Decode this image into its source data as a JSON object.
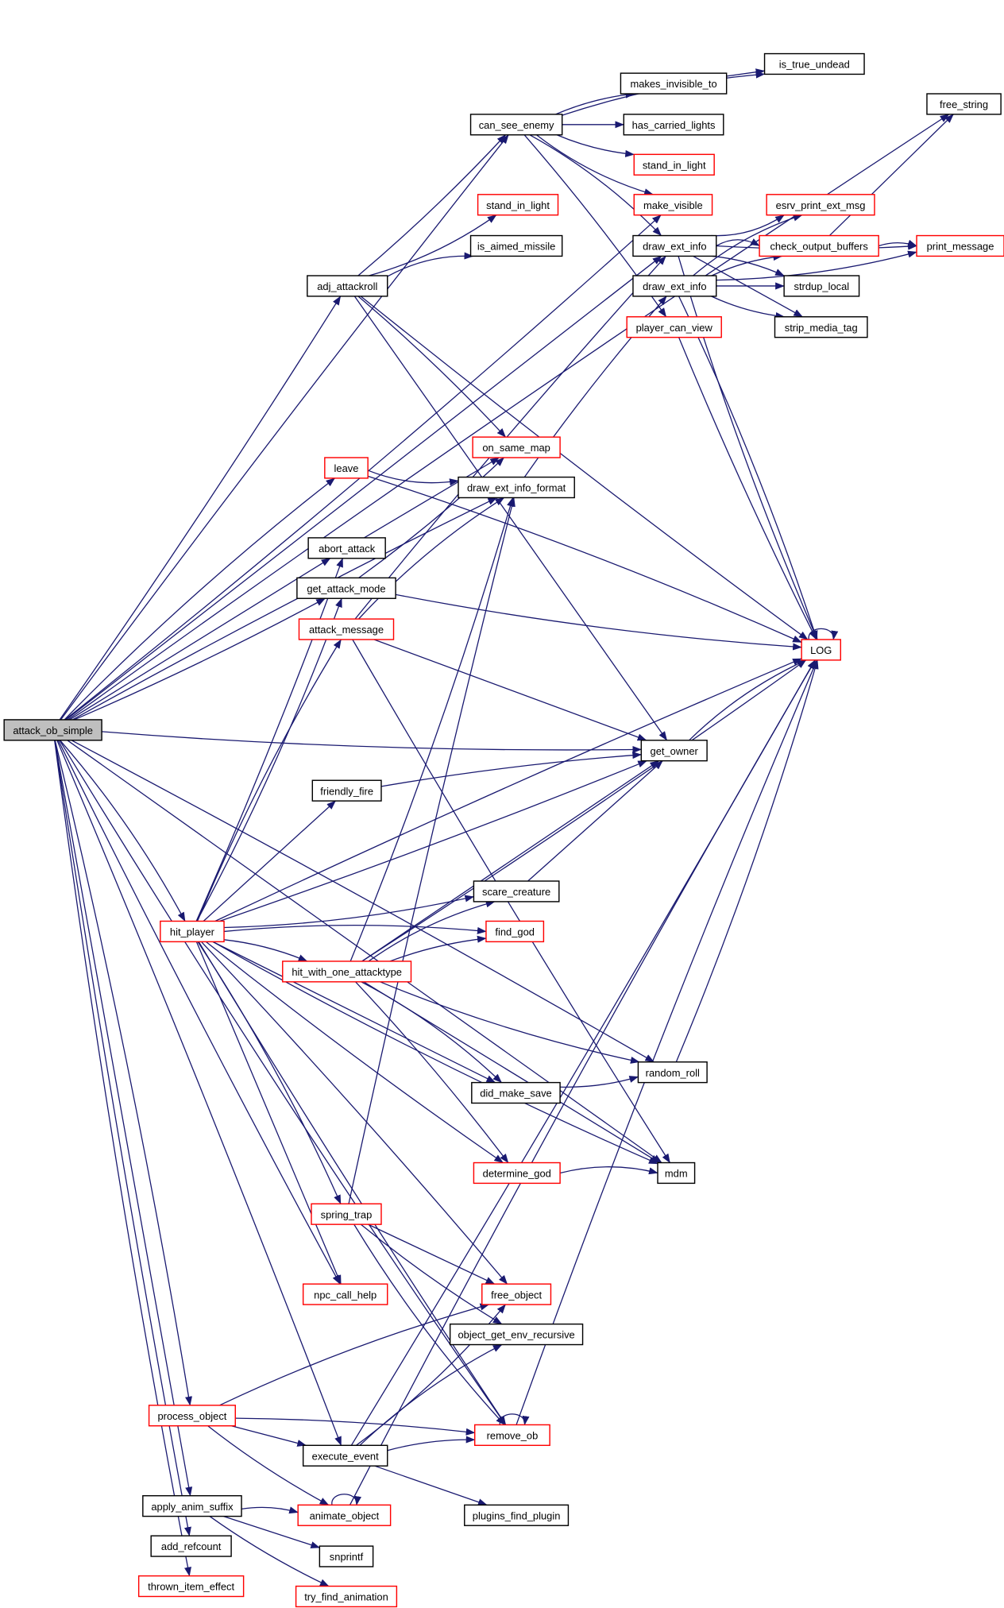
{
  "title": "attack_ob_simple call graph",
  "colors": {
    "edge": "#191970",
    "highlight_border": "#ff0000",
    "root_fill": "#bfbfbf"
  },
  "nodes": [
    {
      "id": "attack_ob_simple",
      "label": "attack_ob_simple",
      "truncated": false,
      "root": true
    },
    {
      "id": "can_see_enemy",
      "label": "can_see_enemy",
      "truncated": false
    },
    {
      "id": "makes_invisible_to",
      "label": "makes_invisible_to",
      "truncated": false
    },
    {
      "id": "is_true_undead",
      "label": "is_true_undead",
      "truncated": false
    },
    {
      "id": "free_string",
      "label": "free_string",
      "truncated": false
    },
    {
      "id": "has_carried_lights",
      "label": "has_carried_lights",
      "truncated": false
    },
    {
      "id": "stand_in_light_a",
      "label": "stand_in_light",
      "truncated": true
    },
    {
      "id": "make_visible",
      "label": "make_visible",
      "truncated": true
    },
    {
      "id": "stand_in_light_b",
      "label": "stand_in_light",
      "truncated": true
    },
    {
      "id": "is_aimed_missile",
      "label": "is_aimed_missile",
      "truncated": false
    },
    {
      "id": "adj_attackroll",
      "label": "adj_attackroll",
      "truncated": false
    },
    {
      "id": "draw_ext_info_1",
      "label": "draw_ext_info",
      "truncated": false
    },
    {
      "id": "esrv_print_ext_msg",
      "label": "esrv_print_ext_msg",
      "truncated": true
    },
    {
      "id": "check_output_buffers",
      "label": "check_output_buffers",
      "truncated": true
    },
    {
      "id": "print_message",
      "label": "print_message",
      "truncated": true
    },
    {
      "id": "draw_ext_info_2",
      "label": "draw_ext_info",
      "truncated": false
    },
    {
      "id": "strdup_local",
      "label": "strdup_local",
      "truncated": false
    },
    {
      "id": "strip_media_tag",
      "label": "strip_media_tag",
      "truncated": false
    },
    {
      "id": "player_can_view",
      "label": "player_can_view",
      "truncated": true
    },
    {
      "id": "on_same_map",
      "label": "on_same_map",
      "truncated": true
    },
    {
      "id": "leave",
      "label": "leave",
      "truncated": true
    },
    {
      "id": "draw_ext_info_format",
      "label": "draw_ext_info_format",
      "truncated": false
    },
    {
      "id": "abort_attack",
      "label": "abort_attack",
      "truncated": false
    },
    {
      "id": "get_attack_mode",
      "label": "get_attack_mode",
      "truncated": false
    },
    {
      "id": "attack_message",
      "label": "attack_message",
      "truncated": true
    },
    {
      "id": "LOG",
      "label": "LOG",
      "truncated": true
    },
    {
      "id": "get_owner",
      "label": "get_owner",
      "truncated": false
    },
    {
      "id": "friendly_fire",
      "label": "friendly_fire",
      "truncated": false
    },
    {
      "id": "scare_creature",
      "label": "scare_creature",
      "truncated": false
    },
    {
      "id": "find_god",
      "label": "find_god",
      "truncated": true
    },
    {
      "id": "hit_player",
      "label": "hit_player",
      "truncated": true
    },
    {
      "id": "hit_with_one_attacktype",
      "label": "hit_with_one_attacktype",
      "truncated": true
    },
    {
      "id": "random_roll",
      "label": "random_roll",
      "truncated": false
    },
    {
      "id": "did_make_save",
      "label": "did_make_save",
      "truncated": false
    },
    {
      "id": "determine_god",
      "label": "determine_god",
      "truncated": true
    },
    {
      "id": "mdm",
      "label": "mdm",
      "truncated": false
    },
    {
      "id": "spring_trap",
      "label": "spring_trap",
      "truncated": true
    },
    {
      "id": "free_object",
      "label": "free_object",
      "truncated": true
    },
    {
      "id": "npc_call_help",
      "label": "npc_call_help",
      "truncated": true
    },
    {
      "id": "object_get_env_recursive",
      "label": "object_get_env_recursive",
      "truncated": false
    },
    {
      "id": "process_object",
      "label": "process_object",
      "truncated": true
    },
    {
      "id": "remove_ob",
      "label": "remove_ob",
      "truncated": true
    },
    {
      "id": "execute_event",
      "label": "execute_event",
      "truncated": false
    },
    {
      "id": "apply_anim_suffix",
      "label": "apply_anim_suffix",
      "truncated": false
    },
    {
      "id": "animate_object",
      "label": "animate_object",
      "truncated": true
    },
    {
      "id": "plugins_find_plugin",
      "label": "plugins_find_plugin",
      "truncated": false
    },
    {
      "id": "snprintf",
      "label": "snprintf",
      "truncated": false
    },
    {
      "id": "add_refcount",
      "label": "add_refcount",
      "truncated": false
    },
    {
      "id": "thrown_item_effect",
      "label": "thrown_item_effect",
      "truncated": true
    },
    {
      "id": "try_find_animation",
      "label": "try_find_animation",
      "truncated": true
    }
  ],
  "edges": [
    [
      "attack_ob_simple",
      "free_string"
    ],
    [
      "attack_ob_simple",
      "can_see_enemy"
    ],
    [
      "attack_ob_simple",
      "draw_ext_info_1"
    ],
    [
      "attack_ob_simple",
      "adj_attackroll"
    ],
    [
      "attack_ob_simple",
      "make_visible"
    ],
    [
      "attack_ob_simple",
      "leave"
    ],
    [
      "attack_ob_simple",
      "draw_ext_info_format"
    ],
    [
      "attack_ob_simple",
      "abort_attack"
    ],
    [
      "attack_ob_simple",
      "get_attack_mode"
    ],
    [
      "attack_ob_simple",
      "get_owner"
    ],
    [
      "attack_ob_simple",
      "hit_player"
    ],
    [
      "attack_ob_simple",
      "random_roll"
    ],
    [
      "attack_ob_simple",
      "mdm"
    ],
    [
      "attack_ob_simple",
      "npc_call_help"
    ],
    [
      "attack_ob_simple",
      "remove_ob"
    ],
    [
      "attack_ob_simple",
      "process_object"
    ],
    [
      "attack_ob_simple",
      "execute_event"
    ],
    [
      "attack_ob_simple",
      "apply_anim_suffix"
    ],
    [
      "attack_ob_simple",
      "add_refcount"
    ],
    [
      "attack_ob_simple",
      "thrown_item_effect"
    ],
    [
      "can_see_enemy",
      "is_true_undead"
    ],
    [
      "can_see_enemy",
      "makes_invisible_to"
    ],
    [
      "can_see_enemy",
      "has_carried_lights"
    ],
    [
      "can_see_enemy",
      "stand_in_light_a"
    ],
    [
      "can_see_enemy",
      "make_visible"
    ],
    [
      "can_see_enemy",
      "draw_ext_info_1"
    ],
    [
      "can_see_enemy",
      "player_can_view"
    ],
    [
      "makes_invisible_to",
      "is_true_undead"
    ],
    [
      "adj_attackroll",
      "can_see_enemy"
    ],
    [
      "adj_attackroll",
      "stand_in_light_b"
    ],
    [
      "adj_attackroll",
      "is_aimed_missile"
    ],
    [
      "adj_attackroll",
      "on_same_map"
    ],
    [
      "adj_attackroll",
      "get_owner"
    ],
    [
      "adj_attackroll",
      "LOG"
    ],
    [
      "draw_ext_info_1",
      "esrv_print_ext_msg"
    ],
    [
      "draw_ext_info_1",
      "check_output_buffers"
    ],
    [
      "draw_ext_info_1",
      "strdup_local"
    ],
    [
      "draw_ext_info_1",
      "strip_media_tag"
    ],
    [
      "draw_ext_info_1",
      "print_message"
    ],
    [
      "draw_ext_info_1",
      "LOG"
    ],
    [
      "draw_ext_info_2",
      "esrv_print_ext_msg"
    ],
    [
      "draw_ext_info_2",
      "check_output_buffers"
    ],
    [
      "draw_ext_info_2",
      "strdup_local"
    ],
    [
      "draw_ext_info_2",
      "strip_media_tag"
    ],
    [
      "draw_ext_info_2",
      "print_message"
    ],
    [
      "draw_ext_info_2",
      "LOG"
    ],
    [
      "check_output_buffers",
      "print_message"
    ],
    [
      "check_output_buffers",
      "free_string"
    ],
    [
      "player_can_view",
      "LOG"
    ],
    [
      "leave",
      "draw_ext_info_format"
    ],
    [
      "leave",
      "LOG"
    ],
    [
      "draw_ext_info_format",
      "draw_ext_info_2"
    ],
    [
      "abort_attack",
      "on_same_map"
    ],
    [
      "get_attack_mode",
      "on_same_map"
    ],
    [
      "get_attack_mode",
      "LOG"
    ],
    [
      "attack_message",
      "draw_ext_info_format"
    ],
    [
      "attack_message",
      "draw_ext_info_1"
    ],
    [
      "attack_message",
      "get_owner"
    ],
    [
      "attack_message",
      "mdm"
    ],
    [
      "LOG",
      "LOG"
    ],
    [
      "get_owner",
      "LOG"
    ],
    [
      "friendly_fire",
      "get_owner"
    ],
    [
      "scare_creature",
      "get_owner"
    ],
    [
      "hit_player",
      "abort_attack"
    ],
    [
      "hit_player",
      "get_attack_mode"
    ],
    [
      "hit_player",
      "attack_message"
    ],
    [
      "hit_player",
      "LOG"
    ],
    [
      "hit_player",
      "friendly_fire"
    ],
    [
      "hit_player",
      "get_owner"
    ],
    [
      "hit_player",
      "scare_creature"
    ],
    [
      "hit_player",
      "find_god"
    ],
    [
      "hit_player",
      "hit_with_one_attacktype"
    ],
    [
      "hit_player",
      "did_make_save"
    ],
    [
      "hit_player",
      "determine_god"
    ],
    [
      "hit_player",
      "mdm"
    ],
    [
      "hit_player",
      "spring_trap"
    ],
    [
      "hit_player",
      "free_object"
    ],
    [
      "hit_player",
      "npc_call_help"
    ],
    [
      "hit_player",
      "remove_ob"
    ],
    [
      "hit_with_one_attacktype",
      "draw_ext_info_format"
    ],
    [
      "hit_with_one_attacktype",
      "scare_creature"
    ],
    [
      "hit_with_one_attacktype",
      "find_god"
    ],
    [
      "hit_with_one_attacktype",
      "get_owner"
    ],
    [
      "hit_with_one_attacktype",
      "LOG"
    ],
    [
      "hit_with_one_attacktype",
      "random_roll"
    ],
    [
      "hit_with_one_attacktype",
      "did_make_save"
    ],
    [
      "hit_with_one_attacktype",
      "determine_god"
    ],
    [
      "hit_with_one_attacktype",
      "mdm"
    ],
    [
      "did_make_save",
      "random_roll"
    ],
    [
      "random_roll",
      "LOG"
    ],
    [
      "determine_god",
      "mdm"
    ],
    [
      "spring_trap",
      "draw_ext_info_format"
    ],
    [
      "spring_trap",
      "free_object"
    ],
    [
      "spring_trap",
      "object_get_env_recursive"
    ],
    [
      "spring_trap",
      "remove_ob"
    ],
    [
      "process_object",
      "free_object"
    ],
    [
      "process_object",
      "remove_ob"
    ],
    [
      "process_object",
      "execute_event"
    ],
    [
      "process_object",
      "animate_object"
    ],
    [
      "execute_event",
      "free_object"
    ],
    [
      "execute_event",
      "object_get_env_recursive"
    ],
    [
      "execute_event",
      "remove_ob"
    ],
    [
      "execute_event",
      "plugins_find_plugin"
    ],
    [
      "execute_event",
      "LOG"
    ],
    [
      "remove_ob",
      "remove_ob"
    ],
    [
      "remove_ob",
      "LOG"
    ],
    [
      "apply_anim_suffix",
      "animate_object"
    ],
    [
      "apply_anim_suffix",
      "snprintf"
    ],
    [
      "apply_anim_suffix",
      "try_find_animation"
    ],
    [
      "animate_object",
      "animate_object"
    ],
    [
      "animate_object",
      "LOG"
    ]
  ]
}
